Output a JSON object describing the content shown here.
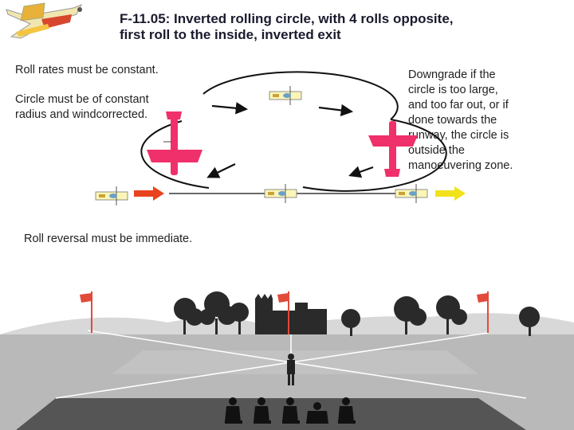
{
  "title": {
    "line1": "F-11.05: Inverted rolling circle, with 4 rolls opposite,",
    "line2": "first roll to the inside, inverted exit"
  },
  "notes": {
    "roll_rates": "Roll rates must be constant.",
    "circle_line1": "Circle must be of constant",
    "circle_line2": "radius and windcorrected.",
    "reversal": "Roll reversal must be immediate.",
    "downgrade": [
      "Downgrade if the",
      "circle is too large,",
      "and too far out, or if",
      "done towards the",
      "runway, the circle is",
      "outside the",
      "manoeuvering zone."
    ]
  },
  "colors": {
    "entry_arrow": "#e8431e",
    "exit_arrow": "#f2e21a",
    "marker_plane": "#f0306a",
    "path": "#111111",
    "sky": "#ffffff",
    "ground": "#b5b5b5",
    "runway": "#555555",
    "flag": "#e24a3a",
    "tree": "#2a2a2a"
  },
  "icons": [
    "logo-plane-icon",
    "inverted-plane-icon",
    "marker-plane-icon",
    "direction-arrow-icon",
    "flag-icon",
    "tree-icon",
    "castle-icon",
    "pilot-icon",
    "judge-icon"
  ]
}
